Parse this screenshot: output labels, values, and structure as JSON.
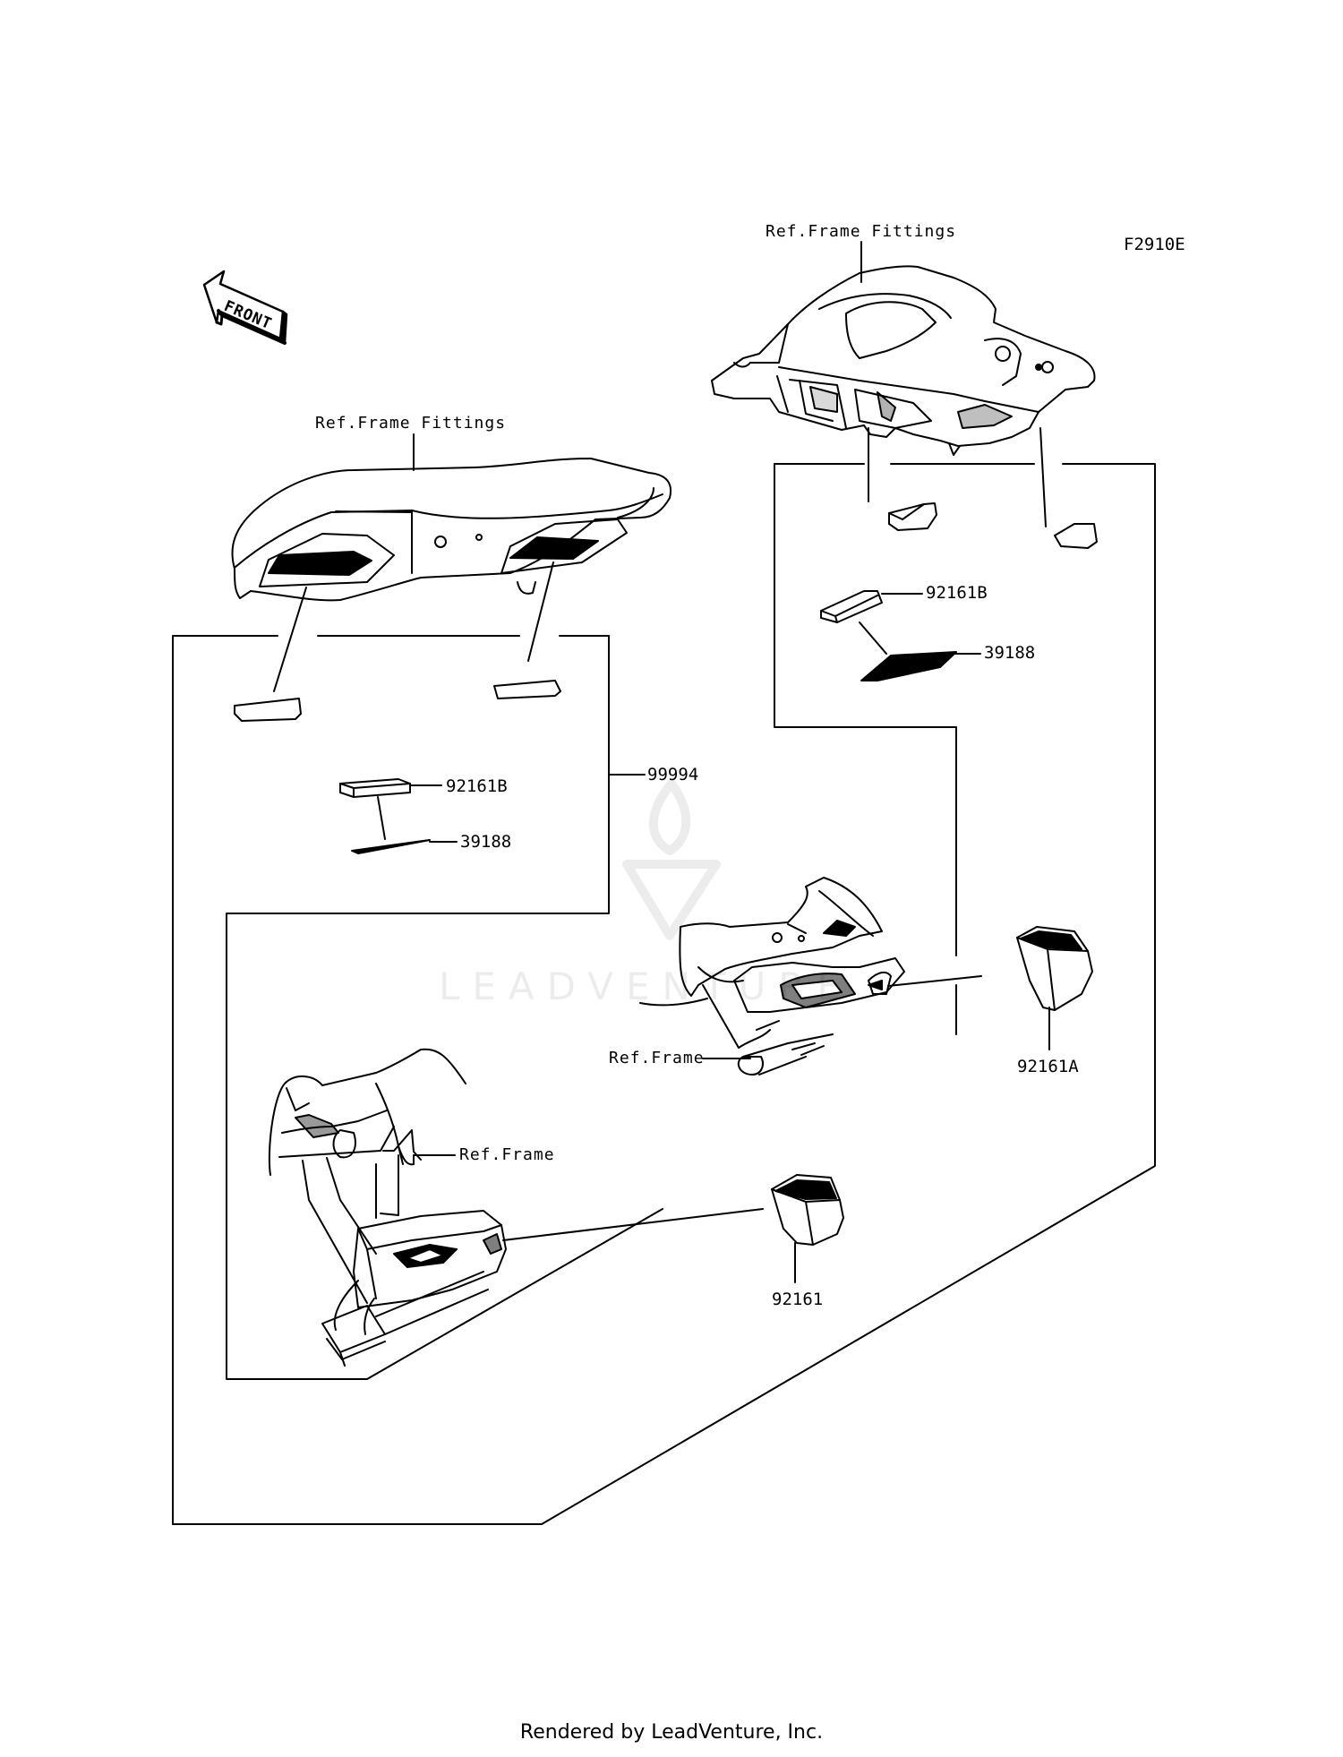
{
  "diagram": {
    "code": "F2910E",
    "front_marker": "FRONT",
    "watermark": "LEADVENTURE",
    "footer": "Rendered by LeadVenture, Inc.",
    "labels": {
      "ref_frame_fittings_top": "Ref.Frame Fittings",
      "ref_frame_fittings_left": "Ref.Frame Fittings",
      "ref_frame_right": "Ref.Frame",
      "ref_frame_left": "Ref.Frame"
    },
    "parts": {
      "kit": "99994",
      "pad_b_left": "92161B",
      "sheet_left": "39188",
      "pad_b_right": "92161B",
      "sheet_right": "39188",
      "pad_a": "92161A",
      "pad": "92161"
    }
  }
}
